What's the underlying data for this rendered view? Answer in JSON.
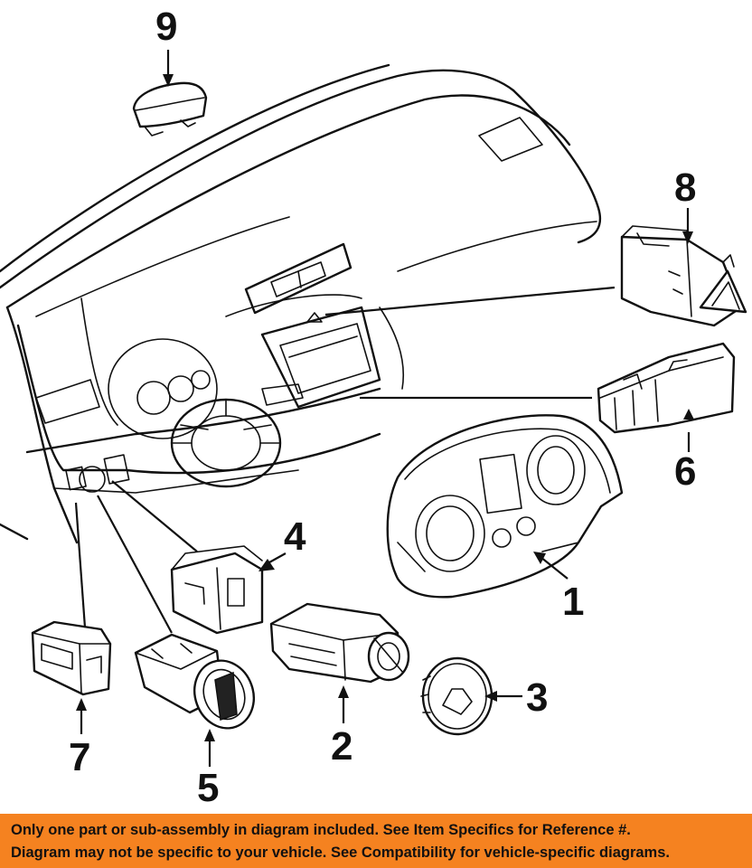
{
  "callouts": {
    "c1": "1",
    "c2": "2",
    "c3": "3",
    "c4": "4",
    "c5": "5",
    "c6": "6",
    "c7": "7",
    "c8": "8",
    "c9": "9"
  },
  "banner": {
    "line1": "Only one part or sub-assembly in diagram included. See Item Specifics for Reference #.",
    "line2": "Diagram may not be specific to your vehicle. See Compatibility for vehicle-specific diagrams."
  },
  "colors": {
    "banner_background": "#f58220",
    "line_art": "#111111",
    "background": "#ffffff"
  }
}
